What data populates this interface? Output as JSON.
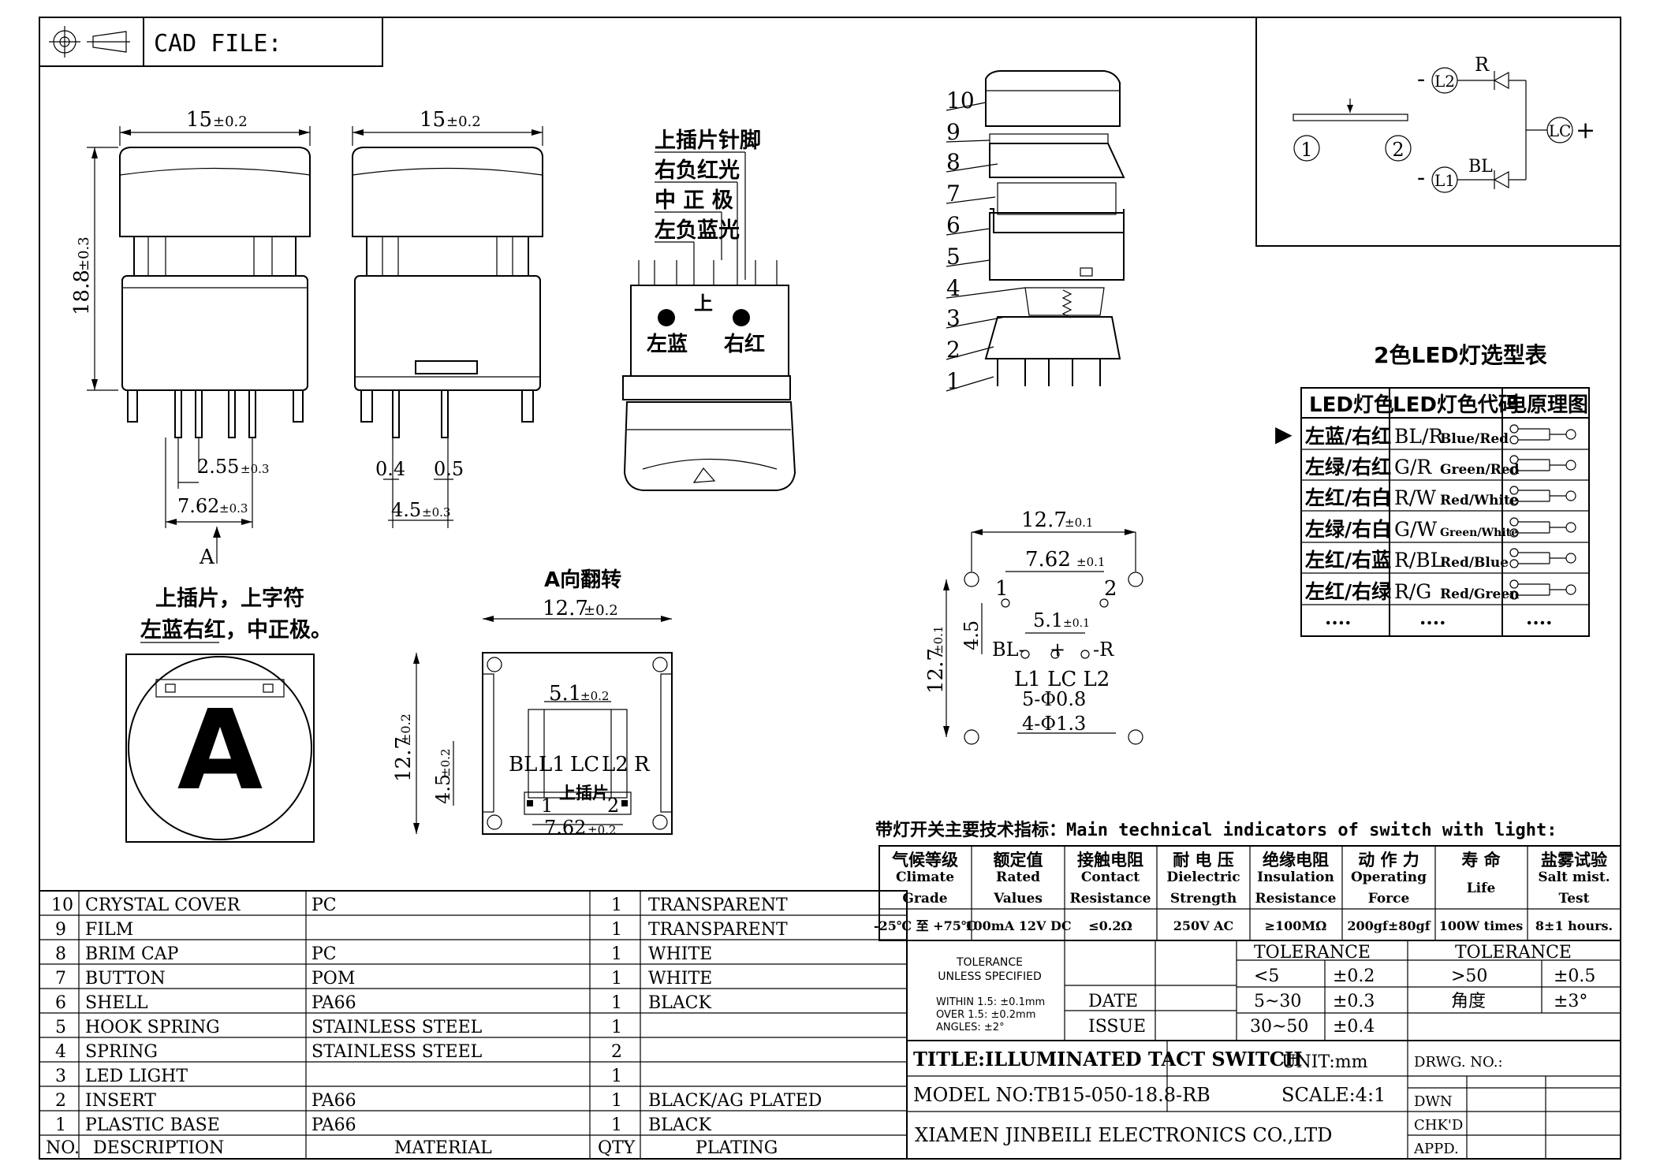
{
  "header": {
    "cad_label": "CAD FILE:"
  },
  "views": {
    "front": {
      "width_dim": "15",
      "width_tol": "±0.2",
      "height_dim": "18.8",
      "height_tol": "±0.3",
      "pitch1": "2.55",
      "pitch1_tol": "±0.3",
      "pitch2": "7.62",
      "pitch2_tol": "±0.3",
      "arrow_label": "A"
    },
    "side": {
      "width_dim": "15",
      "width_tol": "±0.2",
      "d1": "0.4",
      "d2": "0.5",
      "d3": "4.5",
      "d3_tol": "±0.3"
    },
    "pins": {
      "labels": [
        "上插片针脚",
        "右负红光",
        "中 正 极",
        "左负蓝光"
      ],
      "top_mark": "上",
      "left": "左蓝",
      "right": "右红"
    },
    "note": {
      "line1": "上插片，上字符",
      "line2": "左蓝右红，中正极。",
      "cap_letter": "A"
    },
    "flip": {
      "title": "A向翻转",
      "w": "12.7",
      "w_tol": "±0.2",
      "h": "12.7",
      "h_tol": "±0.2",
      "inner": "5.1",
      "inner_tol": "±0.2",
      "v45": "4.5",
      "v45_tol": "±0.2",
      "pitch": "7.62",
      "pitch_tol": "±0.2",
      "pin_labels": [
        "BL",
        "L1",
        "LC",
        "L2",
        "R"
      ],
      "insert": "上插片",
      "n1": "1",
      "n2": "2"
    },
    "exploded": {
      "numbers": [
        "10",
        "9",
        "8",
        "7",
        "6",
        "5",
        "4",
        "3",
        "2",
        "1"
      ]
    },
    "pcb": {
      "w": "12.7",
      "w_tol": "±0.1",
      "inner": "7.62",
      "inner_tol": "±0.1",
      "h": "12.7",
      "h_tol": "±0.1",
      "v45": "4.5",
      "mid": "5.1",
      "mid_tol": "±0.1",
      "bl": "BL-",
      "plus": "+",
      "r": "-R",
      "n1": "1",
      "n2": "2",
      "pins": "L1  LC  L2",
      "hole1": "5-Φ0.8",
      "hole2": "4-Φ1.3"
    }
  },
  "schematic": {
    "n1": "1",
    "n2": "2",
    "l2": "L2",
    "l1": "L1",
    "lc": "LC",
    "r": "R",
    "bl": "BL",
    "minus": "-",
    "plus": "+"
  },
  "led_table": {
    "title": "2色LED灯选型表",
    "headers": [
      "LED灯色",
      "LED灯色代码",
      "电原理图"
    ],
    "rows": [
      {
        "color": "左蓝/右红",
        "code": "BL/R",
        "name": "Blue/Red"
      },
      {
        "color": "左绿/右红",
        "code": "G/R",
        "name": "Green/Red"
      },
      {
        "color": "左红/右白",
        "code": "R/W",
        "name": "Red/White"
      },
      {
        "color": "左绿/右白",
        "code": "G/W",
        "name": "Green/White"
      },
      {
        "color": "左红/右蓝",
        "code": "R/BL",
        "name": "Red/Blue"
      },
      {
        "color": "左红/右绿",
        "code": "R/G",
        "name": "Red/Green"
      }
    ],
    "more": "....",
    "arrow": "▶"
  },
  "specs": {
    "title": "带灯开关主要技术指标：Main technical indicators of switch with light:",
    "columns": [
      {
        "cn": "气候等级",
        "en1": "Climate",
        "en2": "Grade",
        "value": "-25℃ 至 +75℃"
      },
      {
        "cn": "额定值",
        "en1": "Rated",
        "en2": "Values",
        "value": "100mA 12V DC"
      },
      {
        "cn": "接触电阻",
        "en1": "Contact",
        "en2": "Resistance",
        "value": "≤0.2Ω"
      },
      {
        "cn": "耐 电 压",
        "en1": "Dielectric",
        "en2": "Strength",
        "value": "250V AC"
      },
      {
        "cn": "绝缘电阻",
        "en1": "Insulation",
        "en2": "Resistance",
        "value": "≥100MΩ"
      },
      {
        "cn": "动 作 力",
        "en1": "Operating",
        "en2": "Force",
        "value": "200gf±80gf"
      },
      {
        "cn": "寿  命",
        "en1": "Life",
        "en2": "",
        "value": "100W times"
      },
      {
        "cn": "盐雾试验",
        "en1": "Salt mist.",
        "en2": "Test",
        "value": "8±1 hours."
      }
    ]
  },
  "bom": {
    "headers": {
      "no": "NO.",
      "desc": "DESCRIPTION",
      "mat": "MATERIAL",
      "qty": "QTY",
      "plat": "PLATING"
    },
    "rows": [
      {
        "no": "10",
        "desc": "CRYSTAL COVER",
        "mat": "PC",
        "qty": "1",
        "plat": "TRANSPARENT"
      },
      {
        "no": "9",
        "desc": "FILM",
        "mat": "",
        "qty": "1",
        "plat": "TRANSPARENT"
      },
      {
        "no": "8",
        "desc": "BRIM CAP",
        "mat": "PC",
        "qty": "1",
        "plat": "WHITE"
      },
      {
        "no": "7",
        "desc": "BUTTON",
        "mat": "POM",
        "qty": "1",
        "plat": "WHITE"
      },
      {
        "no": "6",
        "desc": "SHELL",
        "mat": "PA66",
        "qty": "1",
        "plat": "BLACK"
      },
      {
        "no": "5",
        "desc": "HOOK SPRING",
        "mat": "STAINLESS STEEL",
        "qty": "1",
        "plat": ""
      },
      {
        "no": "4",
        "desc": "SPRING",
        "mat": "STAINLESS STEEL",
        "qty": "2",
        "plat": ""
      },
      {
        "no": "3",
        "desc": "LED LIGHT",
        "mat": "",
        "qty": "1",
        "plat": ""
      },
      {
        "no": "2",
        "desc": "INSERT",
        "mat": "PA66",
        "qty": "1",
        "plat": "BLACK/AG PLATED"
      },
      {
        "no": "1",
        "desc": "PLASTIC BASE",
        "mat": "PA66",
        "qty": "1",
        "plat": "BLACK"
      }
    ]
  },
  "title_block": {
    "tol_title1": "TOLERANCE",
    "tol_title2": "UNLESS SPECIFIED",
    "within": "WITHIN 1.5: ±0.1mm",
    "over": "OVER 1.5:  ±0.2mm",
    "angles": "ANGLES: ±2°",
    "date": "DATE",
    "issue": "ISSUE",
    "tolerance": "TOLERANCE",
    "tol_rows": [
      {
        "range": "<5",
        "val": "±0.2"
      },
      {
        "range": "5~30",
        "val": "±0.3"
      },
      {
        "range": "30~50",
        "val": "±0.4"
      }
    ],
    "tol2_rows": [
      {
        "range": ">50",
        "val": "±0.5"
      },
      {
        "range": "角度",
        "val": "±3°"
      }
    ],
    "title": "TITLE:ILLUMINATED TACT SWITCH",
    "unit": "UNIT:mm",
    "model": "MODEL NO:TB15-050-18.8-RB",
    "scale": "SCALE:4:1",
    "company": "XIAMEN JINBEILI ELECTRONICS CO.,LTD",
    "drwg": "DRWG. NO.:",
    "dwn": "DWN",
    "chkd": "CHK'D",
    "appd": "APPD."
  }
}
